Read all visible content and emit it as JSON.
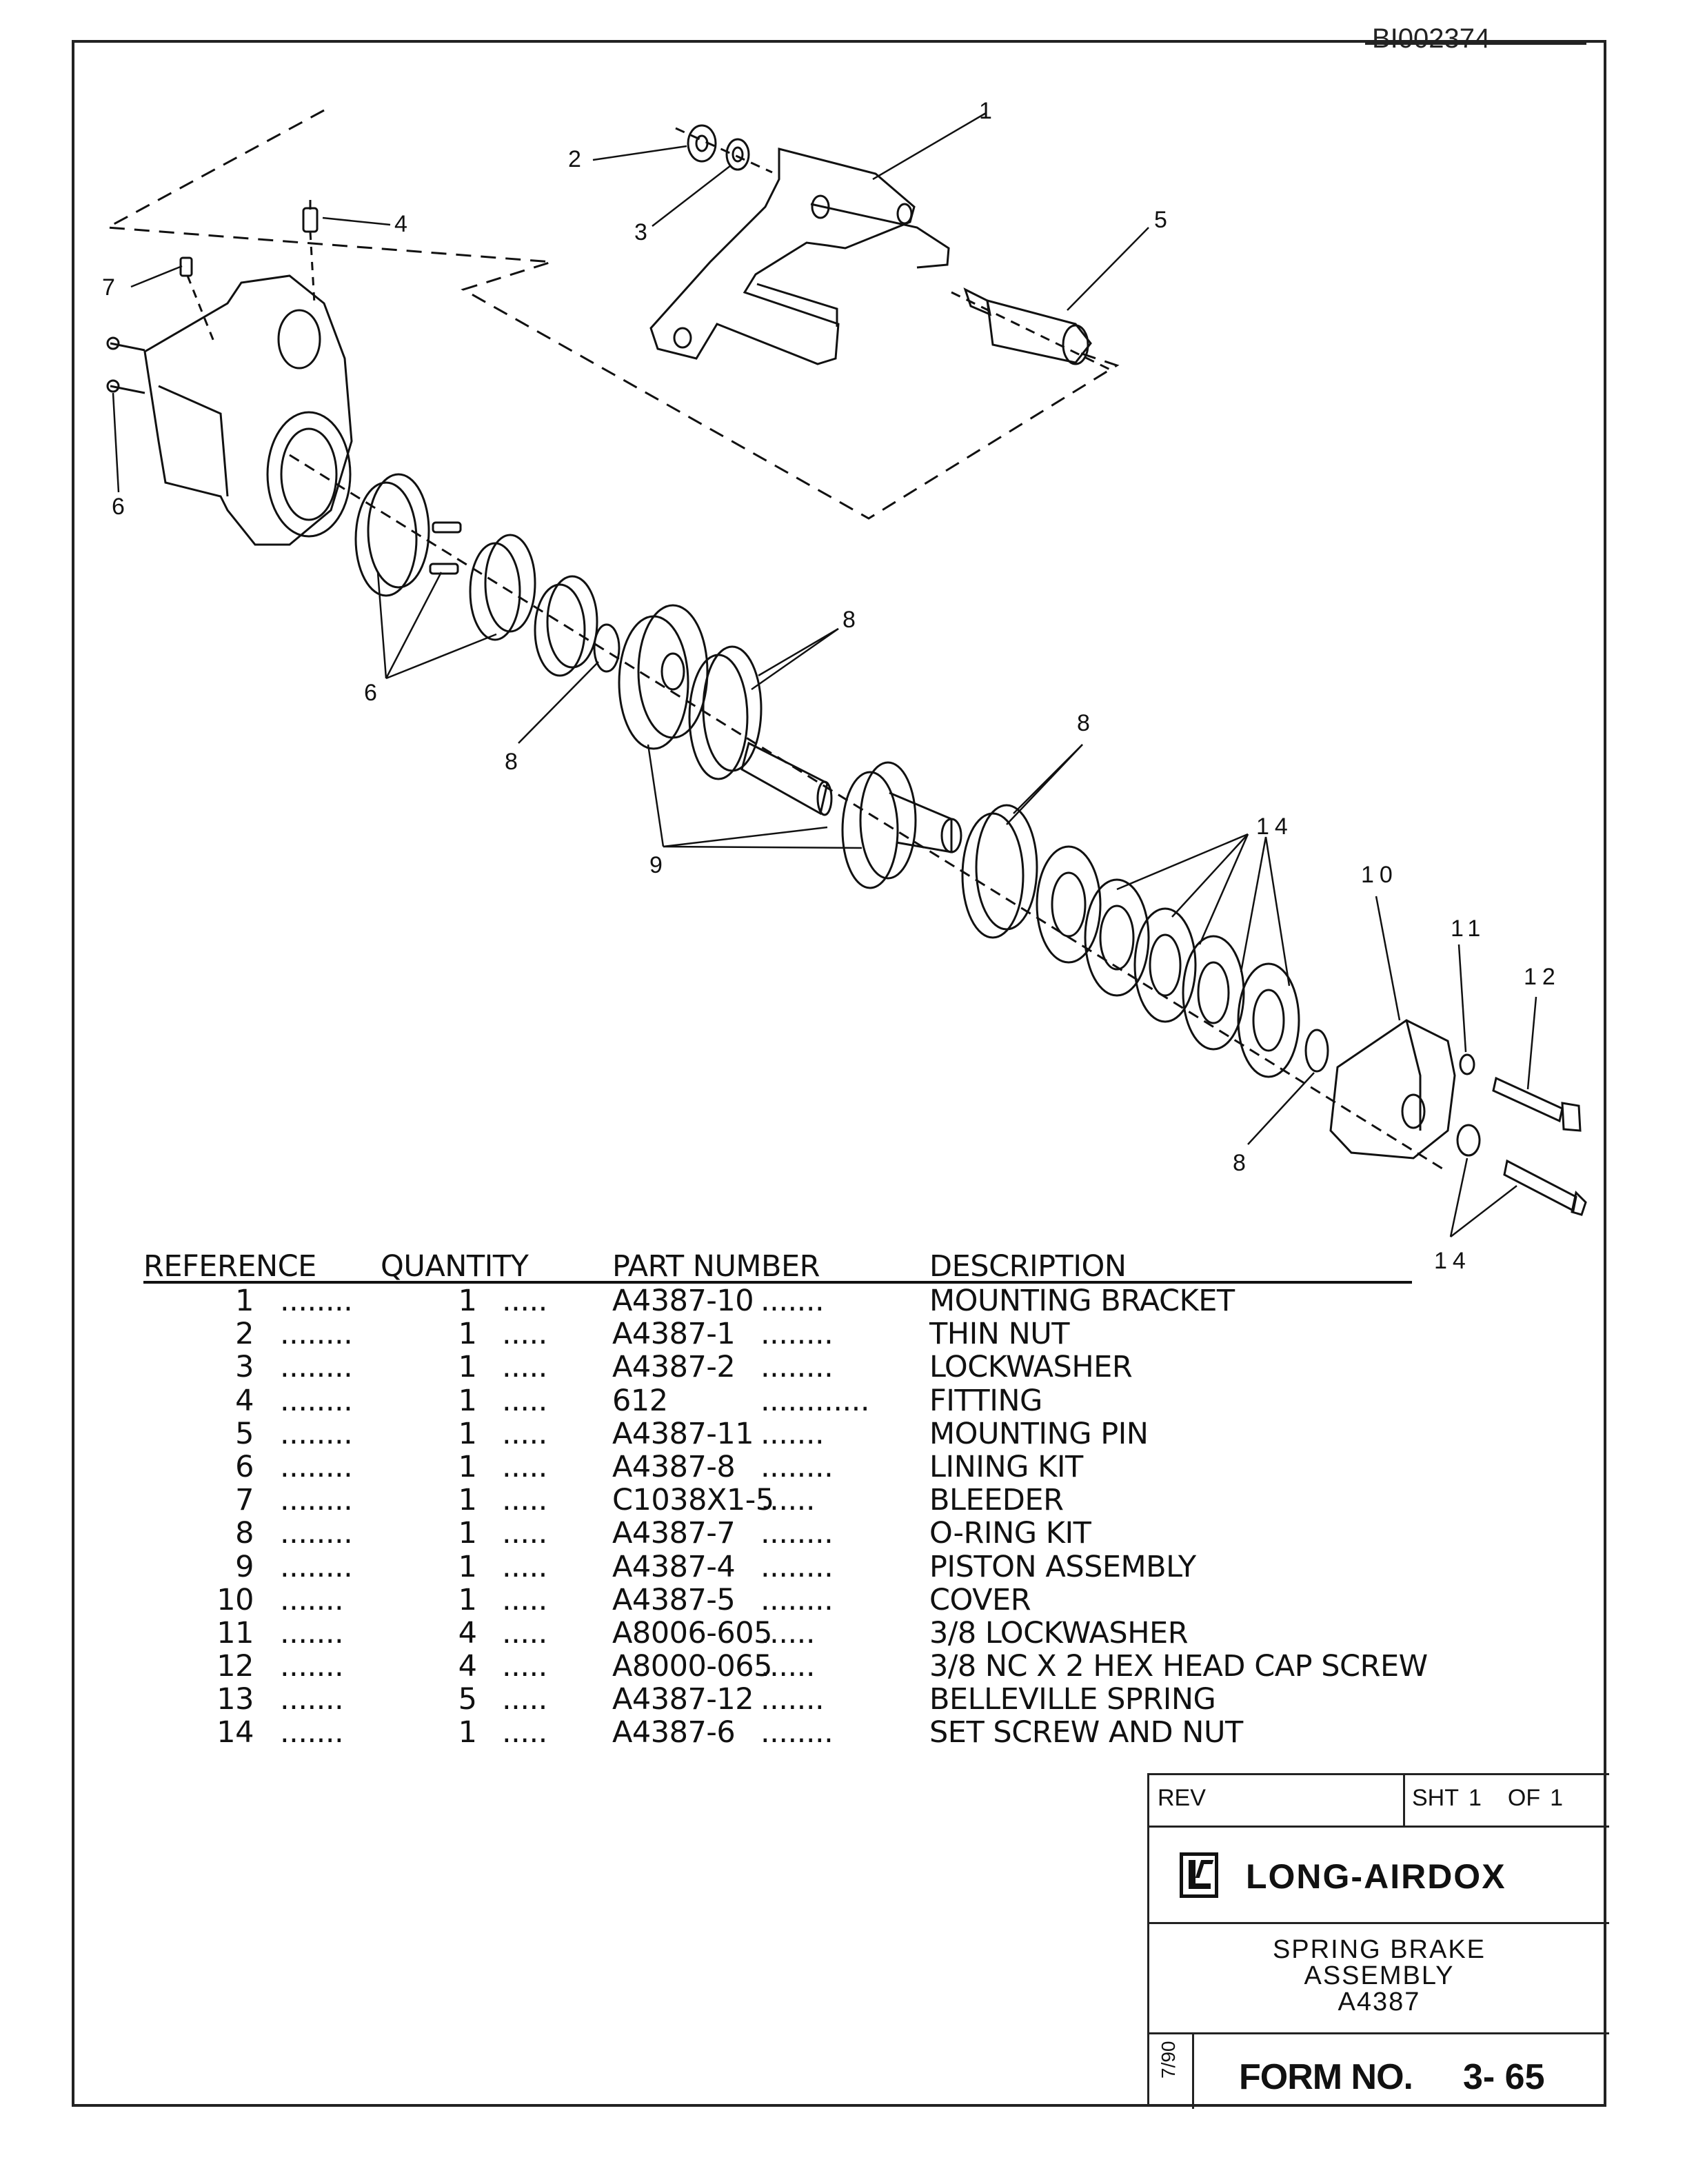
{
  "document": {
    "id": "BI002374"
  },
  "callouts": [
    "1",
    "2",
    "3",
    "4",
    "5",
    "6",
    "6",
    "7",
    "8",
    "8",
    "8",
    "8",
    "8",
    "9",
    "10",
    "11",
    "12",
    "14",
    "14"
  ],
  "parts_list": {
    "headers": {
      "reference": "REFERENCE",
      "quantity": "QUANTITY",
      "part_number": "PART NUMBER",
      "description": "DESCRIPTION"
    },
    "rows": [
      {
        "ref": "1",
        "d1": "........",
        "qty": "1",
        "d2": ".....",
        "part": "A4387-10",
        "d3": ".......",
        "desc": "MOUNTING BRACKET"
      },
      {
        "ref": "2",
        "d1": "........",
        "qty": "1",
        "d2": ".....",
        "part": "A4387-1",
        "d3": "........",
        "desc": "THIN NUT"
      },
      {
        "ref": "3",
        "d1": "........",
        "qty": "1",
        "d2": ".....",
        "part": "A4387-2",
        "d3": "........",
        "desc": "LOCKWASHER"
      },
      {
        "ref": "4",
        "d1": "........",
        "qty": "1",
        "d2": ".....",
        "part": "612",
        "d3": "............",
        "desc": "FITTING"
      },
      {
        "ref": "5",
        "d1": "........",
        "qty": "1",
        "d2": ".....",
        "part": "A4387-11",
        "d3": ".......",
        "desc": "MOUNTING PIN"
      },
      {
        "ref": "6",
        "d1": "........",
        "qty": "1",
        "d2": ".....",
        "part": "A4387-8",
        "d3": "........",
        "desc": "LINING KIT"
      },
      {
        "ref": "7",
        "d1": "........",
        "qty": "1",
        "d2": ".....",
        "part": "C1038X1-5",
        "d3": "......",
        "desc": "BLEEDER"
      },
      {
        "ref": "8",
        "d1": "........",
        "qty": "1",
        "d2": ".....",
        "part": "A4387-7",
        "d3": "........",
        "desc": "O-RING KIT"
      },
      {
        "ref": "9",
        "d1": "........",
        "qty": "1",
        "d2": ".....",
        "part": "A4387-4",
        "d3": "........",
        "desc": "PISTON ASSEMBLY"
      },
      {
        "ref": "10",
        "d1": ".......",
        "qty": "1",
        "d2": ".....",
        "part": "A4387-5",
        "d3": "........",
        "desc": "COVER"
      },
      {
        "ref": "11",
        "d1": ".......",
        "qty": "4",
        "d2": ".....",
        "part": "A8006-605",
        "d3": "......",
        "desc": "3/8 LOCKWASHER"
      },
      {
        "ref": "12",
        "d1": ".......",
        "qty": "4",
        "d2": ".....",
        "part": "A8000-065",
        "d3": "......",
        "desc": "3/8 NC X 2 HEX HEAD CAP SCREW"
      },
      {
        "ref": "13",
        "d1": ".......",
        "qty": "5",
        "d2": ".....",
        "part": "A4387-12",
        "d3": ".......",
        "desc": "BELLEVILLE SPRING"
      },
      {
        "ref": "14",
        "d1": ".......",
        "qty": "1",
        "d2": ".....",
        "part": "A4387-6",
        "d3": "........",
        "desc": "SET SCREW AND NUT"
      }
    ]
  },
  "title_block": {
    "rev_label": "REV",
    "sheet_label": "SHT",
    "sheet_number": "1",
    "of_label": "OF",
    "sheet_total": "1",
    "company": "LONG-AIRDOX",
    "title_line1": "SPRING BRAKE",
    "title_line2": "ASSEMBLY",
    "title_line3": "A4387",
    "date": "7/90",
    "form_label": "FORM NO.",
    "form_number": "3- 65"
  }
}
